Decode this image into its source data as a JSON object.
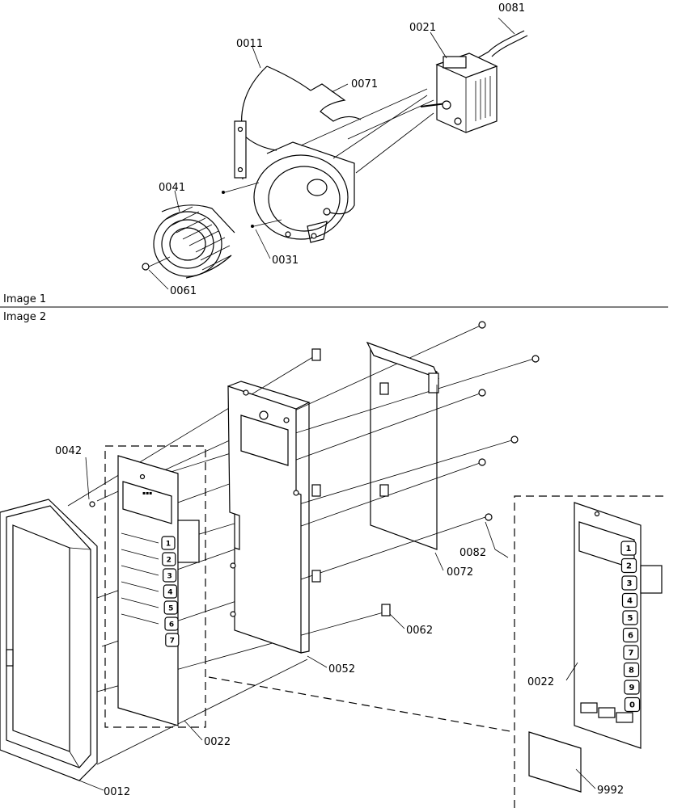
{
  "images": [
    {
      "caption": "Image 1"
    },
    {
      "caption": "Image 2"
    }
  ],
  "callouts": {
    "c0081": "0081",
    "c0021": "0021",
    "c0011": "0011",
    "c0071": "0071",
    "c0041": "0041",
    "c0031": "0031",
    "c0061": "0061",
    "c0042": "0042",
    "c0082": "0082",
    "c0072": "0072",
    "c0062": "0062",
    "c0052": "0052",
    "c0022a": "0022",
    "c0022b": "0022",
    "c0012": "0012",
    "c9992": "9992"
  },
  "keypad_keys": [
    "1",
    "2",
    "3",
    "4",
    "5",
    "6",
    "7",
    "8",
    "9",
    "0"
  ]
}
